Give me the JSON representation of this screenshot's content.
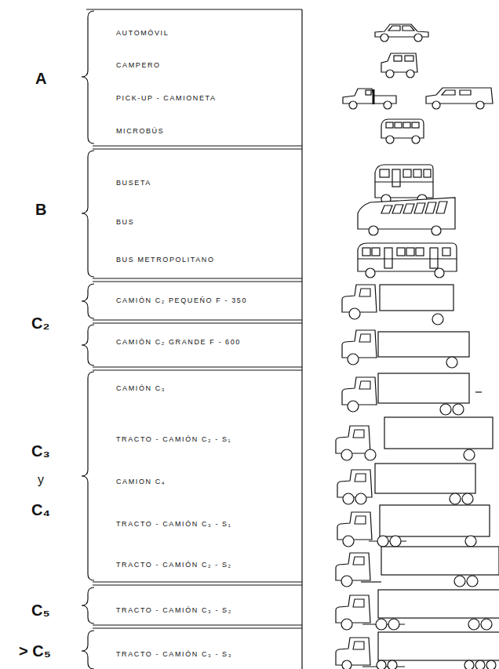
{
  "diagram": {
    "labels": [
      "A",
      "AUTOMÓVIL",
      "CAMPERO",
      "PICK-UP - CAMIONETA",
      "MICROBÚS",
      "B",
      "BUSETA",
      "BUS",
      "BUS METROPOLITANO",
      "C₂",
      "CAMIÓN C₂ PEQUEÑO F - 350",
      "CAMIÓN C₂ GRANDE F - 600",
      "C₃",
      "y",
      "C₄",
      "CAMIÓN C₃",
      "TRACTO - CAMIÓN C₂ - S₁",
      "CAMION C₄",
      "TRACTO - CAMIÓN C₃ - S₁",
      "TRACTO - CAMIÓN C₂ - S₂",
      "C₅",
      "TRACTO - CAMIÓN C₃ - S₂",
      "> C₅",
      "TRACTO - CAMIÓN C₃ - S₃"
    ]
  }
}
